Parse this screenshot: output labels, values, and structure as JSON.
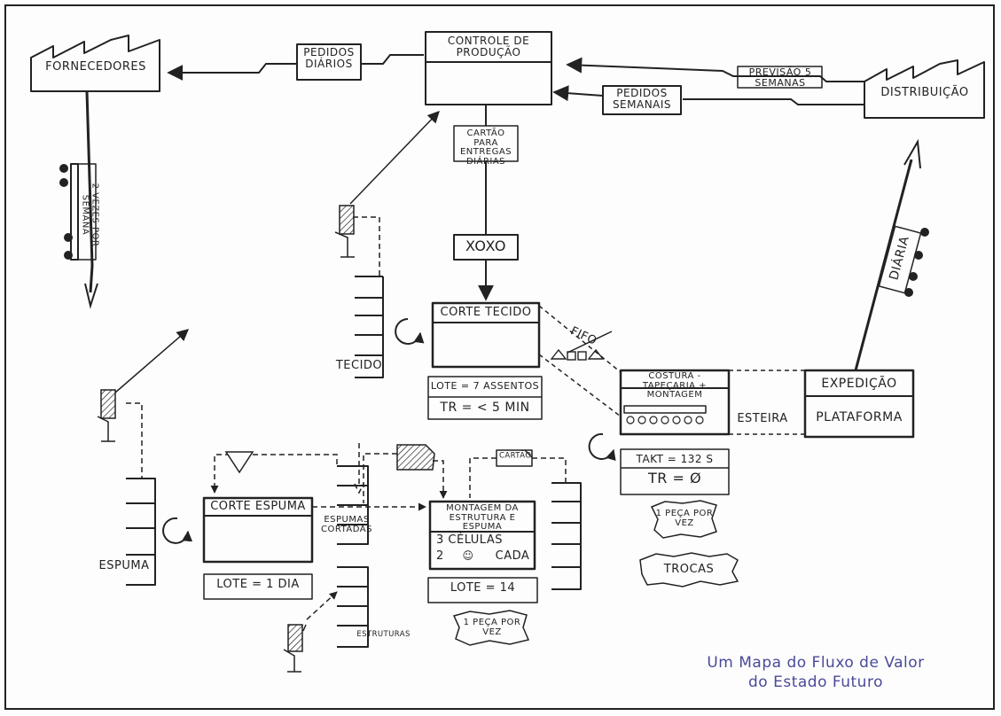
{
  "suppliers": "FORNECEDORES",
  "production_control": "CONTROLE DE PRODUÇÃO",
  "distribution": "DISTRIBUIÇÃO",
  "daily_orders": "PEDIDOS DIÁRIOS",
  "weekly_orders": "PEDIDOS SEMANAIS",
  "forecast": "PREVISÃO 5 SEMANAS",
  "delivery_card": "CARTÃO PARA ENTREGAS DIÁRIAS",
  "supplier_truck": "2 VEZES POR SEMANA",
  "daily_truck": "DIÁRIA",
  "leveling": "XOXO",
  "fabric_cutting": {
    "title": "CORTE TECIDO",
    "lot": "LOTE = 7 ASSENTOS",
    "tr": "TR = < 5 MIN"
  },
  "fabric_market": "TECIDO",
  "fifo": "FIFO",
  "sewing": {
    "title": "COSTURA - TAPEÇARIA + MONTAGEM",
    "conveyor": "ESTEIRA",
    "takt": "TAKT = 132 S",
    "tr": "TR = Ø"
  },
  "shipping": {
    "title": "EXPEDIÇÃO",
    "body": "PLATAFORMA"
  },
  "foam_cutting": {
    "title": "CORTE ESPUMA",
    "lot": "LOTE = 1 DIA"
  },
  "foam_market": "ESPUMA",
  "cut_foam": "ESPUMAS CORTADAS",
  "structures": "ESTRUTURAS",
  "card": "CARTÃO",
  "assembly": {
    "title": "MONTAGEM DA ESTRUTURA E ESPUMA",
    "cells": "3 CÉLULAS",
    "each": "CADA",
    "each_num": "2",
    "lot": "LOTE = 14"
  },
  "one_piece_1": "1 PEÇA POR VEZ",
  "one_piece_2": "1 PEÇA POR VEZ",
  "changeovers": "TROCAS",
  "caption": [
    "Um Mapa do Fluxo de Valor",
    "do Estado Futuro"
  ]
}
